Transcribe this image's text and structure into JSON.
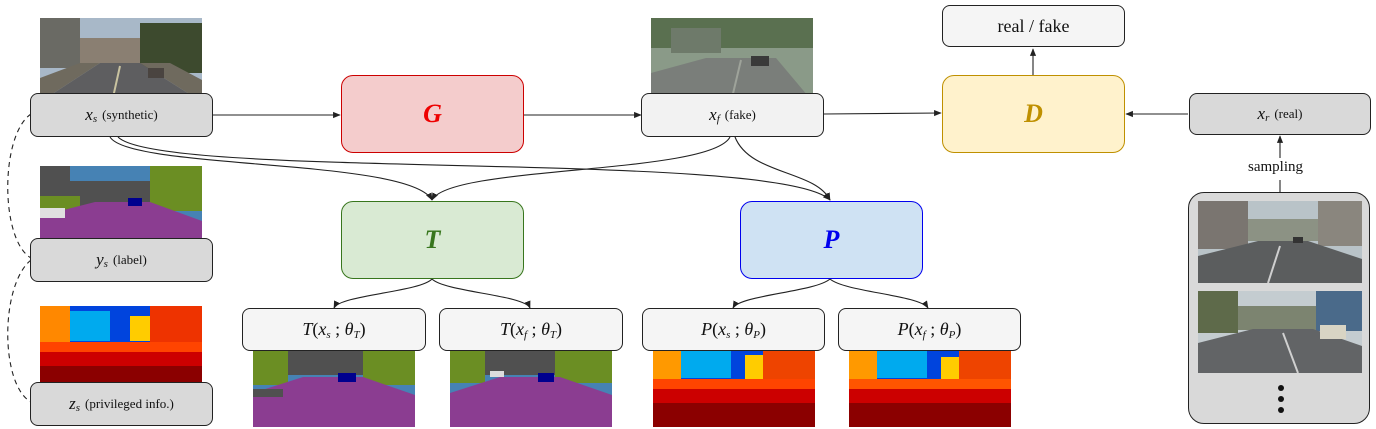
{
  "nodes": {
    "xs": {
      "var": "x",
      "sub": "s",
      "desc": "(synthetic)"
    },
    "ys": {
      "var": "y",
      "sub": "s",
      "desc": "(label)"
    },
    "zs": {
      "var": "z",
      "sub": "s",
      "desc": "(privileged info.)"
    },
    "xf": {
      "var": "x",
      "sub": "f",
      "desc": "(fake)"
    },
    "xr": {
      "var": "x",
      "sub": "r",
      "desc": "(real)"
    },
    "realfake": "real / fake",
    "sampling": "sampling"
  },
  "networks": {
    "G": {
      "label": "G",
      "fill": "#f4cccc",
      "stroke": "#cc0000",
      "text": "#ee0000"
    },
    "T": {
      "label": "T",
      "fill": "#d9ead3",
      "stroke": "#38761d",
      "text": "#38761d"
    },
    "P": {
      "label": "P",
      "fill": "#cfe2f3",
      "stroke": "#0000ee",
      "text": "#0000ee"
    },
    "D": {
      "label": "D",
      "fill": "#fff2cc",
      "stroke": "#bf9000",
      "text": "#bf9000"
    }
  },
  "outputs": {
    "t1": {
      "fn": "T",
      "x": "x",
      "xsub": "s",
      "theta": "θ",
      "tsub": "T"
    },
    "t2": {
      "fn": "T",
      "x": "x",
      "xsub": "f",
      "theta": "θ",
      "tsub": "T"
    },
    "p1": {
      "fn": "P",
      "x": "x",
      "xsub": "s",
      "theta": "θ",
      "tsub": "P"
    },
    "p2": {
      "fn": "P",
      "x": "x",
      "xsub": "f",
      "theta": "θ",
      "tsub": "P"
    }
  },
  "segmentation_colors": {
    "road": "#8b3d91",
    "vegetation": "#6b8e23",
    "building": "#505050",
    "sky": "#4682b4",
    "car": "#00008e"
  }
}
